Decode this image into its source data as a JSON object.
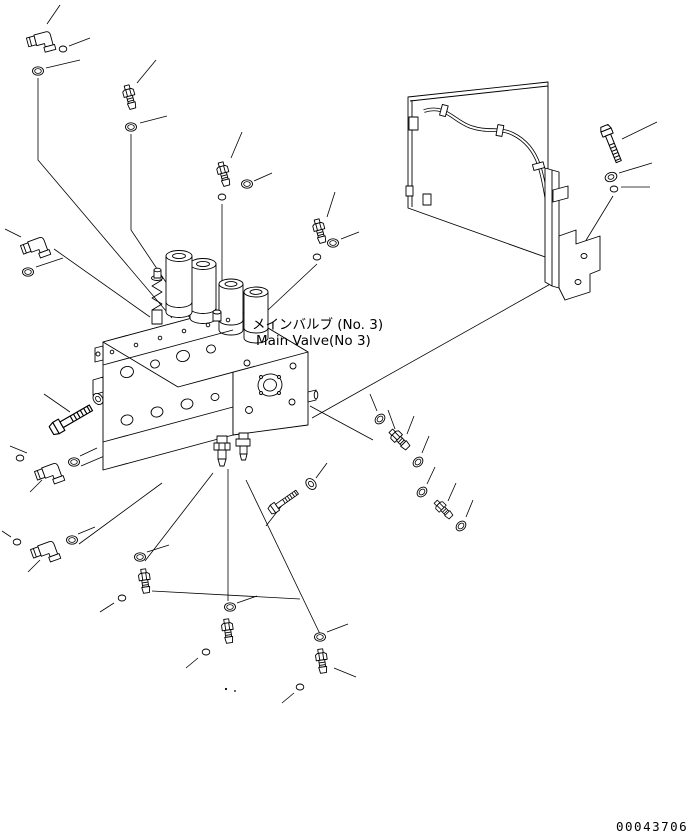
{
  "colors": {
    "background": "#ffffff",
    "line": "#000000"
  },
  "labels": {
    "main_label_jp": "メインバルブ (No. 3)",
    "main_label_en": "Main Valve(No 3)",
    "part_number": "00043706"
  }
}
